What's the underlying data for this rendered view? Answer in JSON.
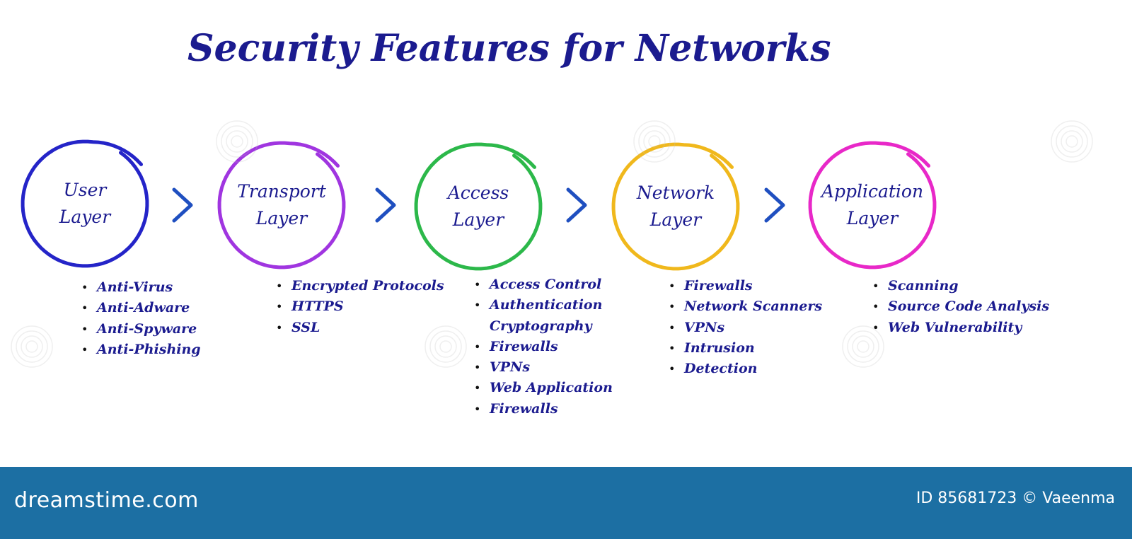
{
  "title": "Security Features for Networks",
  "layers": [
    {
      "label_line1": "User",
      "label_line2": "Layer",
      "color": "#2424c8",
      "features": [
        "Anti-Virus",
        "Anti-Adware",
        "Anti-Spyware",
        "Anti-Phishing"
      ]
    },
    {
      "label_line1": "Transport",
      "label_line2": "Layer",
      "color": "#a035e0",
      "features": [
        "Encrypted Protocols",
        "HTTPS",
        "SSL"
      ]
    },
    {
      "label_line1": "Access",
      "label_line2": "Layer",
      "color": "#2cb84a",
      "features": [
        "Access Control",
        "Authentication",
        "Cryptography",
        "Firewalls",
        "VPNs",
        "Web Application",
        "Firewalls"
      ]
    },
    {
      "label_line1": "Network",
      "label_line2": "Layer",
      "color": "#f0b81c",
      "features": [
        "Firewalls",
        "Network Scanners",
        "VPNs",
        "Intrusion",
        "Detection"
      ]
    },
    {
      "label_line1": "Application",
      "label_line2": "Layer",
      "color": "#e828c8",
      "features": [
        "Scanning",
        "Source Code Analysis",
        "Web Vulnerability"
      ]
    }
  ],
  "arrow_color": "#1f4fc0",
  "text_color": "#1b1b8f",
  "footer": {
    "logo": "dreamstime.com",
    "credit": "ID 85681723 © Vaeenma",
    "background": "#1c6fa3"
  }
}
